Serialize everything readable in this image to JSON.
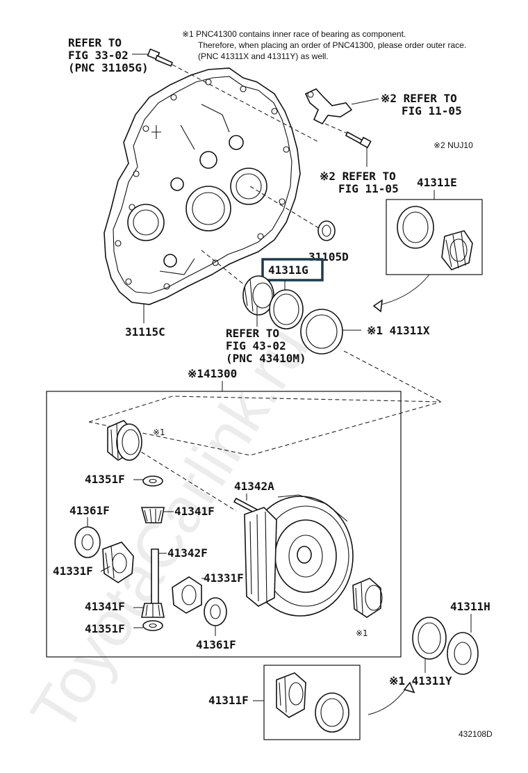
{
  "notes": {
    "note1_line1": "※1 PNC41300 contains inner race of bearing as component.",
    "note1_line2": "Therefore, when placing an order of PNC41300, please order outer race.",
    "note1_line3": "(PNC 41311X and 41311Y) as well.",
    "note2": "※2  NUJ10"
  },
  "refs": {
    "fig33_line1": "REFER TO",
    "fig33_line2": "FIG 33-02",
    "fig33_line3": "(PNC 31105G)",
    "fig11a_line1": "※2 REFER TO",
    "fig11a_line2": "FIG 11-05",
    "fig11b_line1": "※2 REFER TO",
    "fig11b_line2": "FIG 11-05",
    "fig43_line1": "REFER TO",
    "fig43_line2": "FIG 43-02",
    "fig43_line3": "(PNC 43410M)"
  },
  "parts": {
    "p31115C": "31115C",
    "p31105D": "31105D",
    "p41311G": "41311G",
    "p41311E": "41311E",
    "p41311X": "※1 41311X",
    "p41300": "※141300",
    "p41351F_a": "41351F",
    "p41342A": "41342A",
    "p41361F_a": "41361F",
    "p41341F_a": "41341F",
    "p41342F": "41342F",
    "p41331F_a": "41331F",
    "p41331F_b": "41331F",
    "p41341F_b": "41341F",
    "p41351F_b": "41351F",
    "p41361F_b": "41361F",
    "p41311H": "41311H",
    "p41311Y": "※1 41311Y",
    "p41311F": "41311F"
  },
  "marks": {
    "m1_a": "※1",
    "m1_b": "※1"
  },
  "diagram_id": "432108D",
  "watermark": "ToyotaCarlink.ru"
}
